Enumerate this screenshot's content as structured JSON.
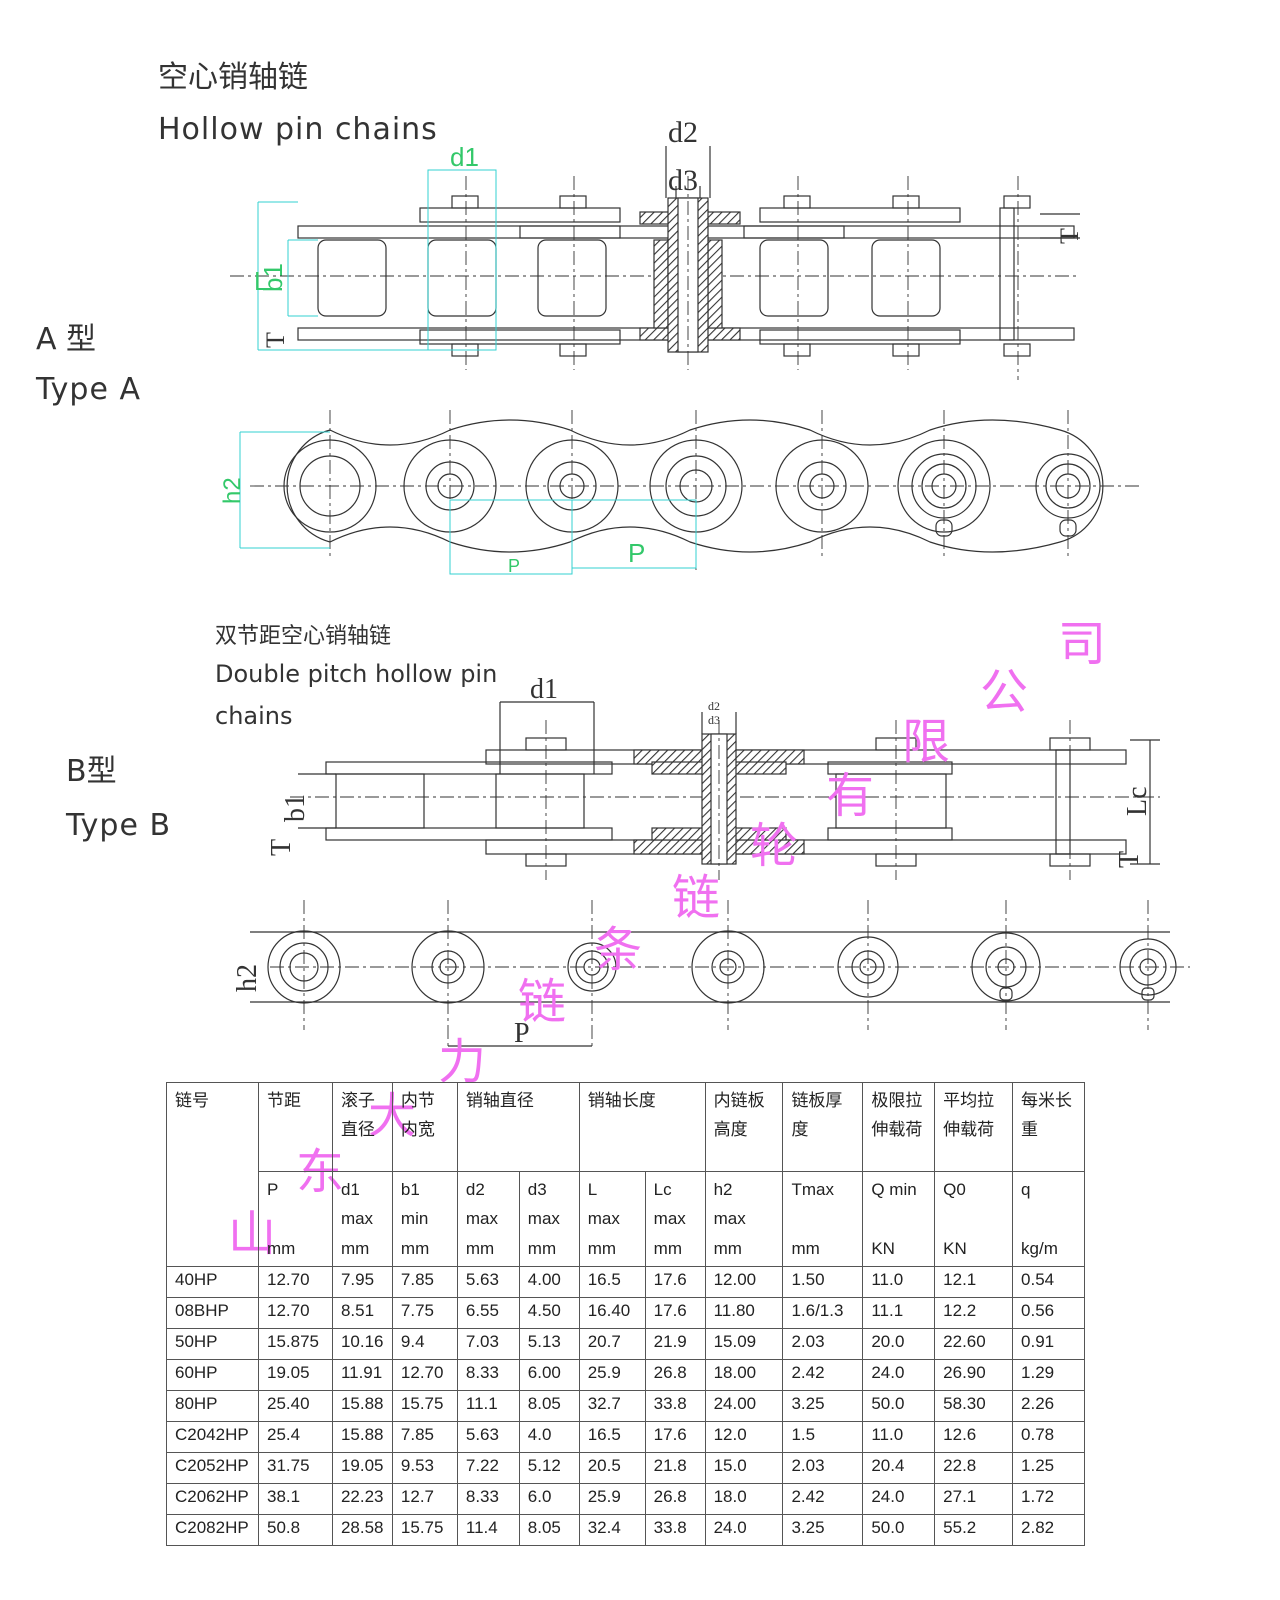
{
  "titles": {
    "type_a_cn": "空心销轴链",
    "type_a_en": "Hollow  pin  chains",
    "type_a_label_cn": "A 型",
    "type_a_label_en": "Type A",
    "type_b_cn": "双节距空心销轴链",
    "type_b_en_line1": "Double  pitch hollow  pin",
    "type_b_en_line2": "chains",
    "type_b_label_cn": "B型",
    "type_b_label_en": "Type B"
  },
  "dimension_labels": {
    "d1": "d1",
    "d2": "d2",
    "d3": "d3",
    "b1": "b1",
    "L": "L",
    "T": "T",
    "h2": "h2",
    "P": "P",
    "Lc": "Lc"
  },
  "watermark": [
    "山",
    "东",
    "大",
    "力",
    "链",
    "条",
    "链",
    "轮",
    "有",
    "限",
    "公",
    "司"
  ],
  "table": {
    "header_cn": [
      "链号",
      "节距",
      "滚子直径",
      "内节内宽",
      "销轴直径",
      "销轴长度",
      "内链板高度",
      "链板厚度",
      "极限拉伸载荷",
      "平均拉伸载荷",
      "每米长重"
    ],
    "symbols": {
      "p": "P",
      "d1": "d1",
      "d1_sub": "max",
      "b1": "b1",
      "b1_sub": "min",
      "d2": "d2",
      "d2_sub": "max",
      "d3": "d3",
      "d3_sub": "max",
      "L": "L",
      "L_sub": "max",
      "Lc": "Lc",
      "Lc_sub": "max",
      "h2": "h2",
      "h2_sub": "max",
      "T": "Tmax",
      "Q": "Q min",
      "Q0": "Q0",
      "q": "q"
    },
    "units": [
      "mm",
      "mm",
      "mm",
      "mm",
      "mm",
      "mm",
      "mm",
      "mm",
      "mm",
      "KN",
      "KN",
      "kg/m"
    ],
    "rows": [
      [
        "40HP",
        "12.70",
        "7.95",
        "7.85",
        "5.63",
        "4.00",
        "16.5",
        "17.6",
        "12.00",
        "1.50",
        "11.0",
        "12.1",
        "0.54"
      ],
      [
        "08BHP",
        "12.70",
        "8.51",
        "7.75",
        "6.55",
        "4.50",
        "16.40",
        "17.6",
        "11.80",
        "1.6/1.3",
        "11.1",
        "12.2",
        "0.56"
      ],
      [
        "50HP",
        "15.875",
        "10.16",
        "9.4",
        "7.03",
        "5.13",
        "20.7",
        "21.9",
        "15.09",
        "2.03",
        "20.0",
        "22.60",
        "0.91"
      ],
      [
        "60HP",
        "19.05",
        "11.91",
        "12.70",
        "8.33",
        "6.00",
        "25.9",
        "26.8",
        "18.00",
        "2.42",
        "24.0",
        "26.90",
        "1.29"
      ],
      [
        "80HP",
        "25.40",
        "15.88",
        "15.75",
        "11.1",
        "8.05",
        "32.7",
        "33.8",
        "24.00",
        "3.25",
        "50.0",
        "58.30",
        "2.26"
      ],
      [
        "C2042HP",
        "25.4",
        "15.88",
        "7.85",
        "5.63",
        "4.0",
        "16.5",
        "17.6",
        "12.0",
        "1.5",
        "11.0",
        "12.6",
        "0.78"
      ],
      [
        "C2052HP",
        "31.75",
        "19.05",
        "9.53",
        "7.22",
        "5.12",
        "20.5",
        "21.8",
        "15.0",
        "2.03",
        "20.4",
        "22.8",
        "1.25"
      ],
      [
        "C2062HP",
        "38.1",
        "22.23",
        "12.7",
        "8.33",
        "6.0",
        "25.9",
        "26.8",
        "18.0",
        "2.42",
        "24.0",
        "27.1",
        "1.72"
      ],
      [
        "C2082HP",
        "50.8",
        "28.58",
        "15.75",
        "11.4",
        "8.05",
        "32.4",
        "33.8",
        "24.0",
        "3.25",
        "50.0",
        "55.2",
        "2.82"
      ]
    ]
  }
}
